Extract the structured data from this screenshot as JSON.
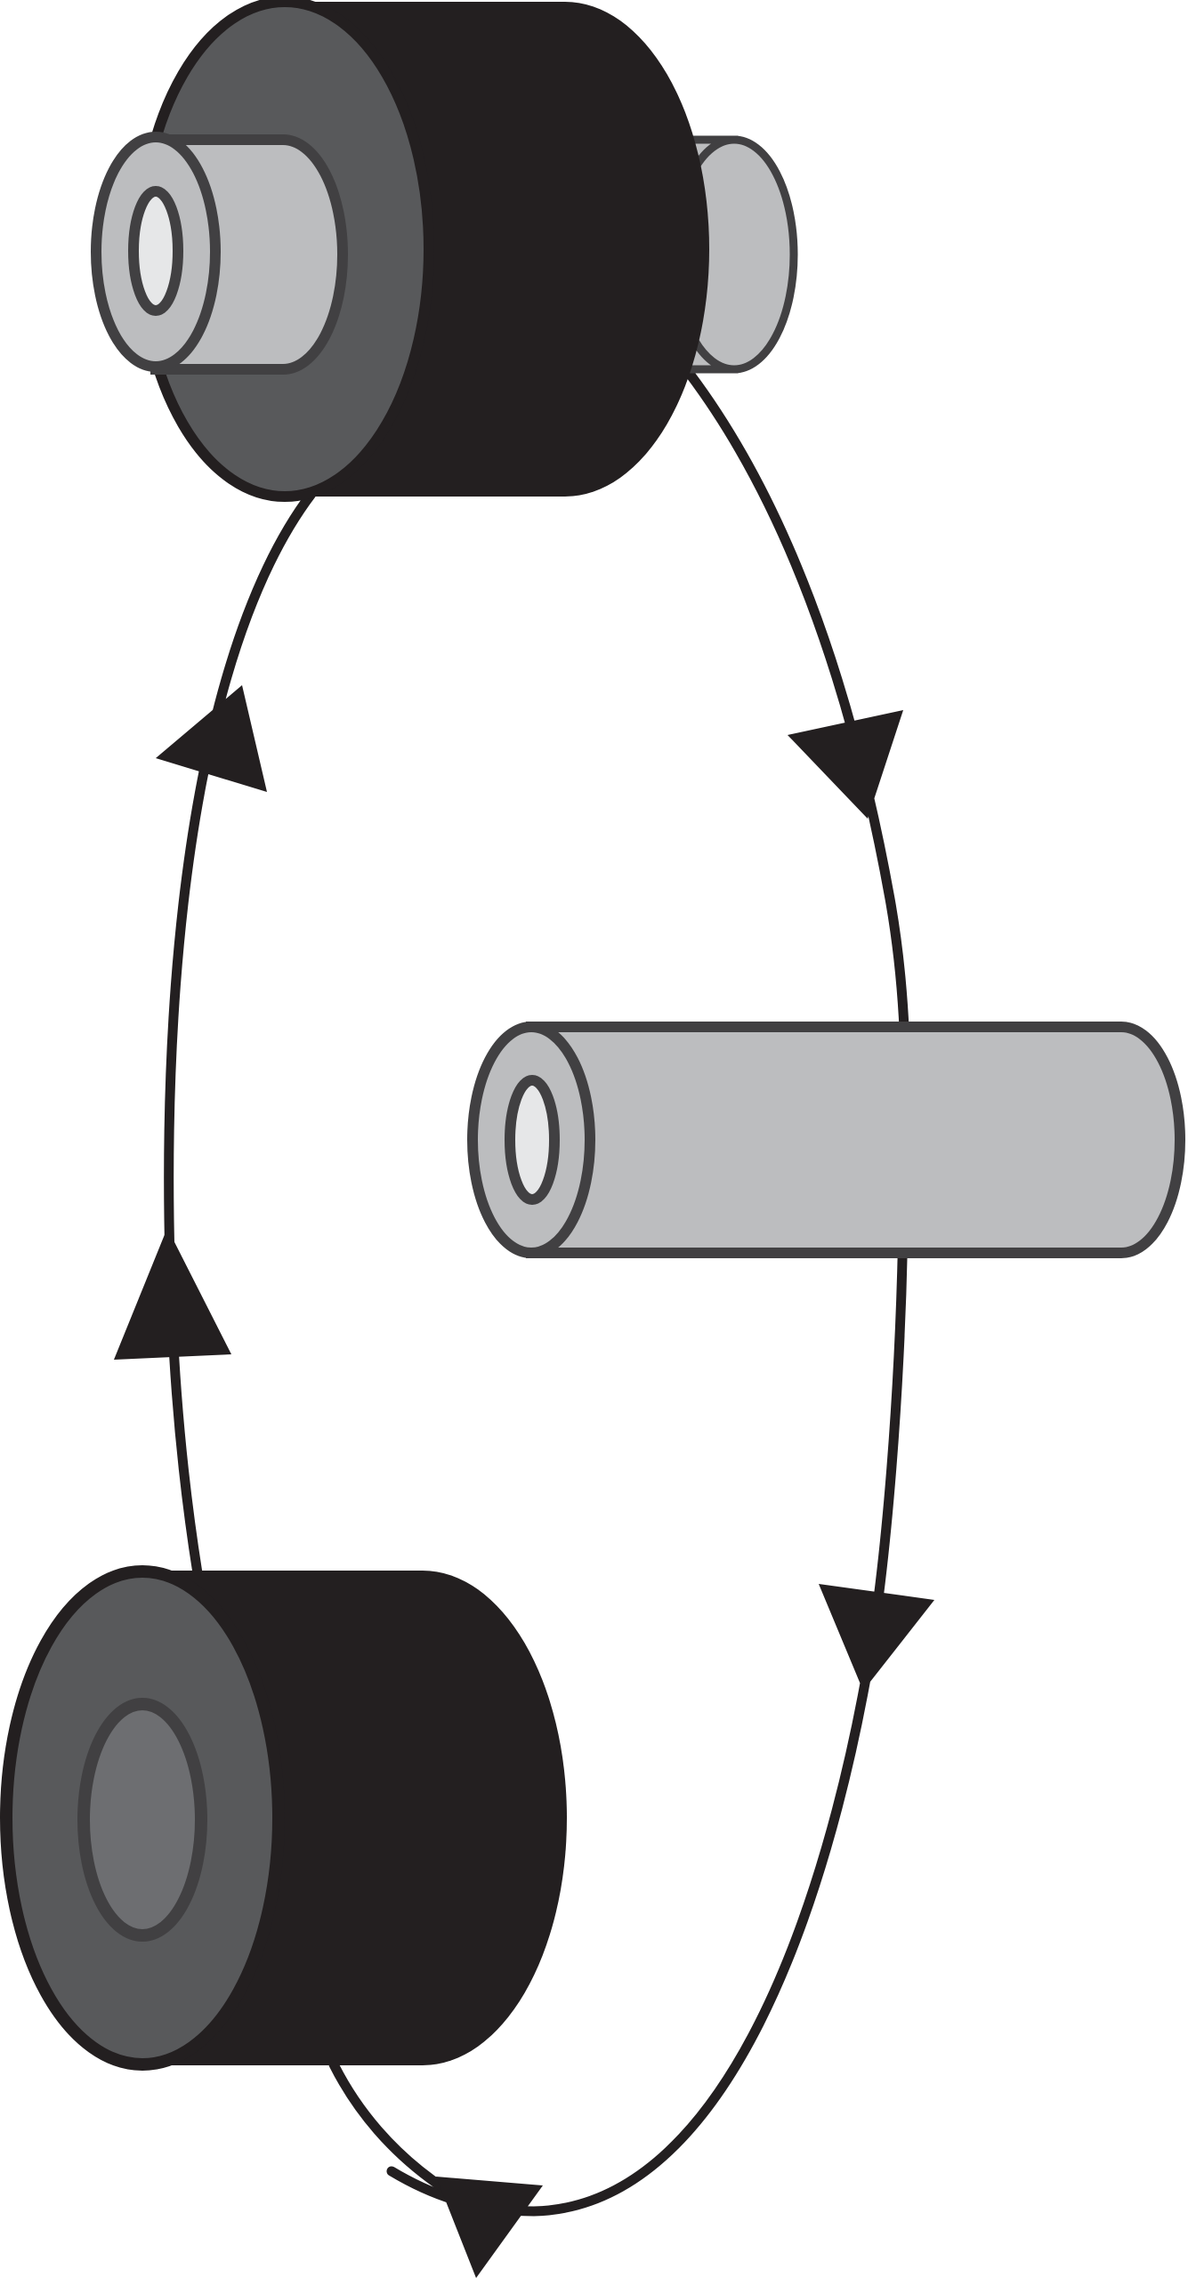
{
  "diagram": {
    "nodes": [
      {
        "id": "top-assembly",
        "kind": "hollow-tube-inserted-in-sleeve"
      },
      {
        "id": "middle-tube",
        "kind": "hollow-tube"
      },
      {
        "id": "bottom-sleeve",
        "kind": "hollow-sleeve"
      }
    ],
    "cycle": [
      {
        "from": "top-assembly",
        "to": "middle-tube",
        "direction": "clockwise"
      },
      {
        "from": "middle-tube",
        "to": "bottom-sleeve",
        "direction": "clockwise"
      },
      {
        "from": "bottom-sleeve",
        "to": "top-assembly",
        "direction": "clockwise"
      }
    ]
  },
  "colors": {
    "sleeve_side": "#231f20",
    "sleeve_face": "#58595b",
    "sleeve_bore": "#6d6e71",
    "tube_body": "#bcbdbf",
    "tube_outline": "#414042",
    "tube_bore": "#e6e7e8",
    "stroke": "#231f20",
    "background": "#ffffff"
  }
}
